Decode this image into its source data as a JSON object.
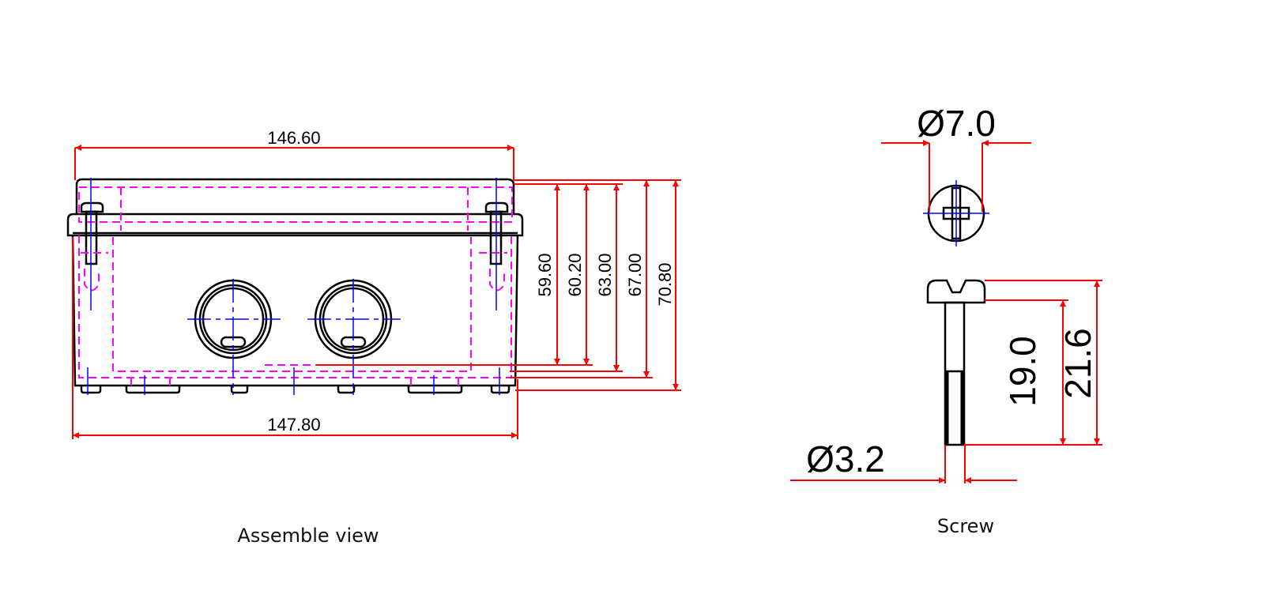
{
  "assemble_view": {
    "caption": "Assemble view",
    "dimensions": {
      "top_width": "146.60",
      "bottom_width": "147.80",
      "heights": [
        "59.60",
        "60.20",
        "63.00",
        "67.00",
        "70.80"
      ]
    }
  },
  "screw_view": {
    "caption": "Screw",
    "dimensions": {
      "head_diameter": "Ø7.0",
      "shank_diameter": "Ø3.2",
      "shank_length": "19.0",
      "total_length": "21.6"
    }
  },
  "colors": {
    "dimension": "#ff0000",
    "hidden": "#ff00ff",
    "centerline": "#0000ff",
    "outline": "#000000"
  }
}
